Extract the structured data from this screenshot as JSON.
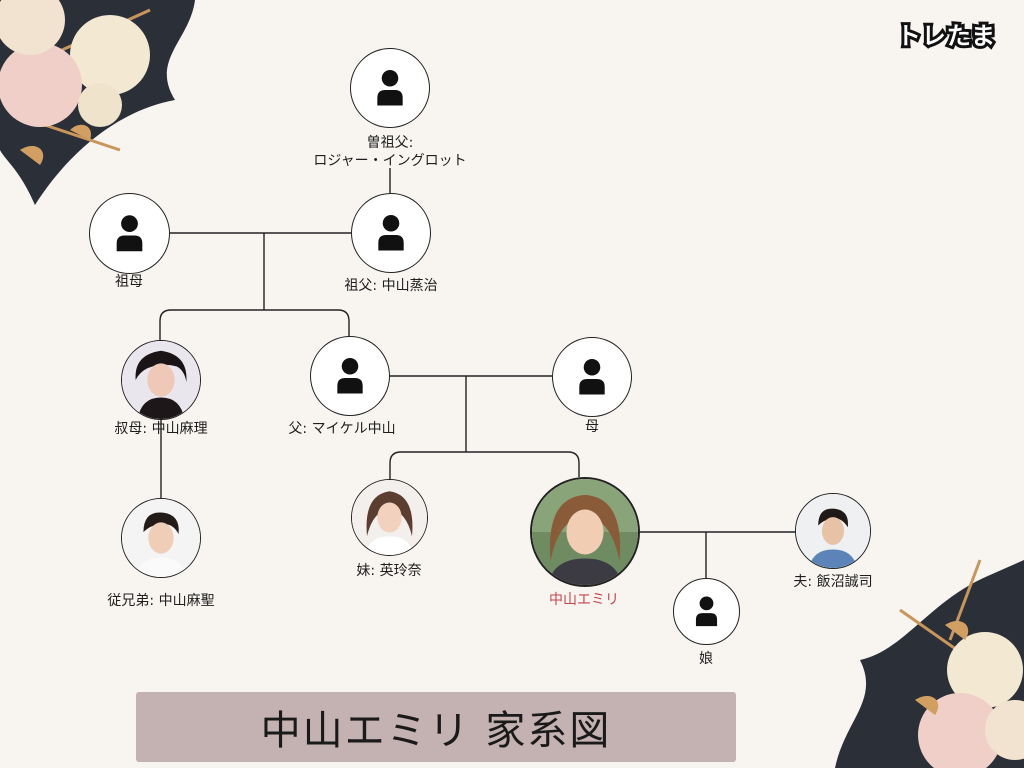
{
  "brand": "トレたま",
  "title": "中山エミリ 家系図",
  "colors": {
    "background": "#f8f5f1",
    "title_box": "#c4b1b1",
    "highlight_text": "#c6454e",
    "line": "#222222"
  },
  "people": [
    {
      "id": "great-grandfather",
      "label_lines": [
        "曽祖父:",
        "ロジャー・イングロット"
      ],
      "image": "person-silhouette-icon"
    },
    {
      "id": "grandmother",
      "label_lines": [
        "祖母"
      ],
      "image": "person-silhouette-icon"
    },
    {
      "id": "grandfather",
      "label_lines": [
        "祖父: 中山蒸治"
      ],
      "image": "person-silhouette-icon"
    },
    {
      "id": "aunt",
      "label_lines": [
        "叔母: 中山麻理"
      ],
      "image": "photo-portrait"
    },
    {
      "id": "father",
      "label_lines": [
        "父: マイケル中山"
      ],
      "image": "person-silhouette-icon"
    },
    {
      "id": "mother",
      "label_lines": [
        "母"
      ],
      "image": "person-silhouette-icon"
    },
    {
      "id": "cousin",
      "label_lines": [
        "従兄弟: 中山麻聖"
      ],
      "image": "photo-portrait"
    },
    {
      "id": "sister",
      "label_lines": [
        "妹: 英玲奈"
      ],
      "image": "photo-portrait"
    },
    {
      "id": "emiri",
      "label_lines": [
        "中山エミリ"
      ],
      "image": "photo-portrait",
      "highlight": true
    },
    {
      "id": "husband",
      "label_lines": [
        "夫: 飯沼誠司"
      ],
      "image": "photo-portrait"
    },
    {
      "id": "daughter",
      "label_lines": [
        "娘"
      ],
      "image": "person-silhouette-icon"
    }
  ]
}
